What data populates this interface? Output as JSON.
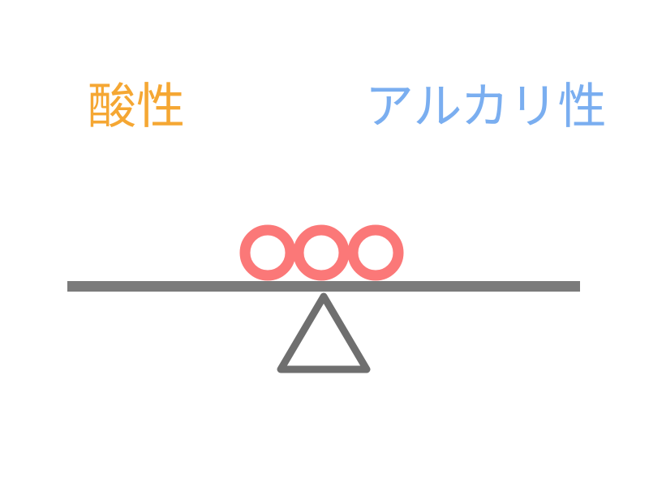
{
  "labels": {
    "left": "酸性",
    "right": "アルカリ性"
  },
  "colors": {
    "left_label": "#f5a733",
    "right_label": "#7aaef0",
    "balls": "#fb7878",
    "beam": "#7b7b7b",
    "fulcrum": "#6f6f6f"
  },
  "balance": {
    "ball_count": 3
  }
}
